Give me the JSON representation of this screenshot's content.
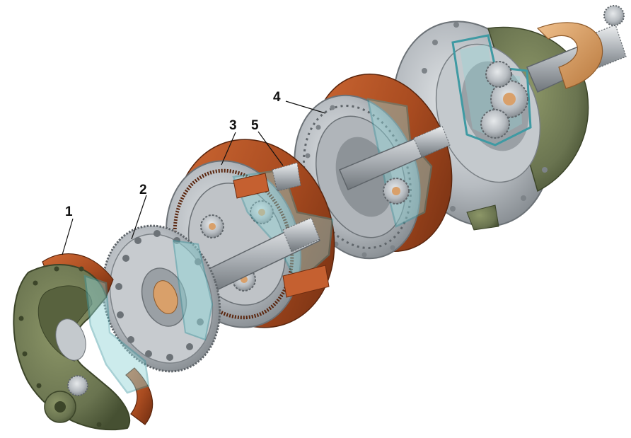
{
  "callouts": [
    {
      "id": "1",
      "label": "1"
    },
    {
      "id": "2",
      "label": "2"
    },
    {
      "id": "3",
      "label": "3"
    },
    {
      "id": "4",
      "label": "4"
    },
    {
      "id": "5",
      "label": "5"
    }
  ],
  "colors": {
    "housing_green": "#6f7a52",
    "housing_dark": "#4f5a38",
    "steel_light": "#d3d6d9",
    "steel_mid": "#a9aeb3",
    "steel_dark": "#7d8388",
    "copper": "#b8572a",
    "copper_dark": "#7a3314",
    "cyan_cut": "#8fd3d6",
    "cyan_dark": "#3f9aa3",
    "tan": "#d9a06a",
    "tan_dark": "#a86a35"
  }
}
